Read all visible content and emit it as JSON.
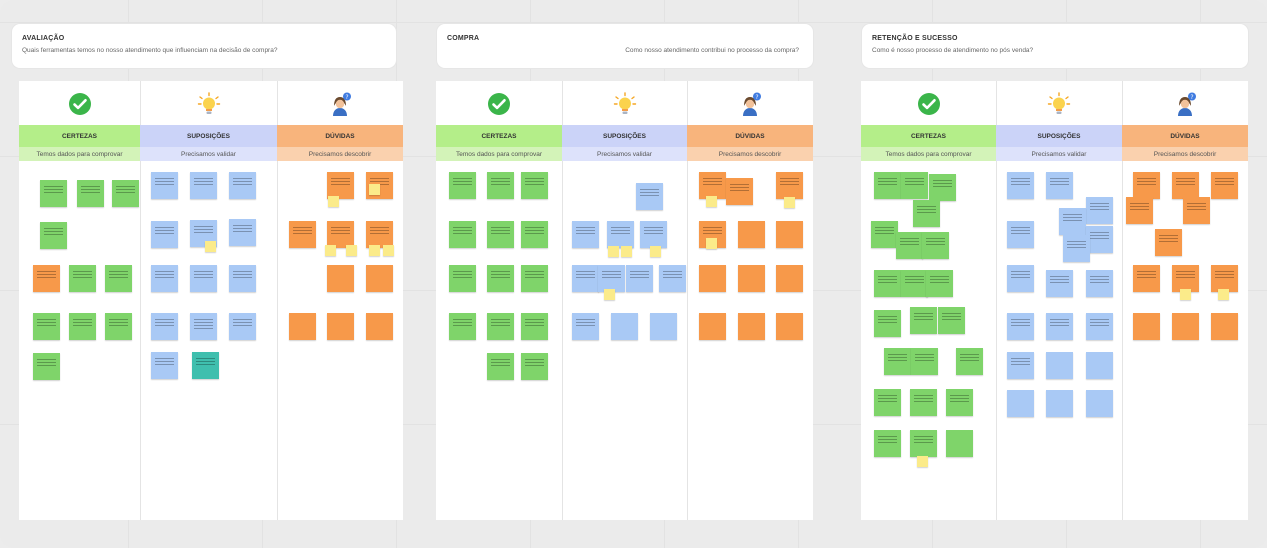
{
  "stages": [
    {
      "title": "AVALIAÇÃO",
      "question": "Quais ferramentas temos no nosso atendimento que influenciam na decisão de compra?"
    },
    {
      "title": "COMPRA",
      "question": "Como nosso atendimento contribui no processo da compra?"
    },
    {
      "title": "RETENÇÃO E SUCESSO",
      "question": "Como é nosso processo de atendimento no pós venda?"
    }
  ],
  "columns": [
    {
      "label": "CERTEZAS",
      "sub": "Temos dados para comprovar",
      "icon": "check-circle-icon"
    },
    {
      "label": "SUPOSIÇÕES",
      "sub": "Precisamos validar",
      "icon": "lightbulb-icon"
    },
    {
      "label": "DÚVIDAS",
      "sub": "Precisamos descobrir",
      "icon": "question-person-icon"
    }
  ],
  "colors": {
    "certezas": "#b4ee89",
    "suposicoes": "#cbd3f8",
    "duvidas": "#f8b47c",
    "note_green": "#7fd46a",
    "note_blue": "#a9c9f5",
    "note_orange": "#f7994a",
    "note_teal": "#3fbfae",
    "note_yellow": "#fbeb8a"
  }
}
